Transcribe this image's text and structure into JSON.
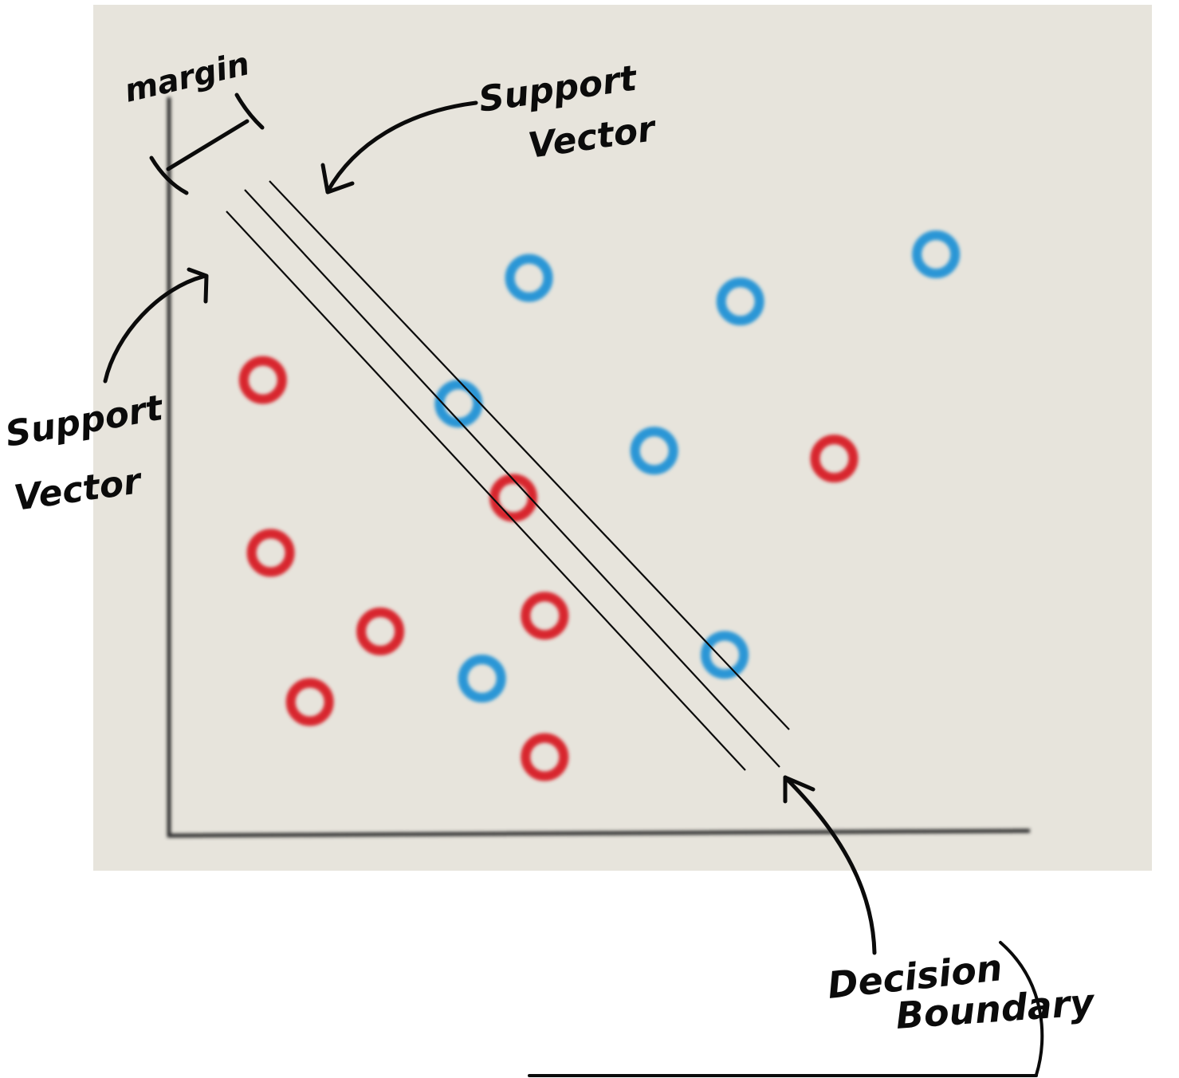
{
  "colors": {
    "screen": "#e7e4dc",
    "ink": "#0b0b0b",
    "axis": "#2e2e2e",
    "class_red": "#d8282e",
    "class_blue": "#2a96d6"
  },
  "annotations": {
    "margin": "margin",
    "support_vector_top": [
      "Support",
      "Vector"
    ],
    "support_vector_left": [
      "Support",
      "Vector"
    ],
    "decision_boundary": [
      "Decision",
      "Boundary"
    ]
  },
  "points": [
    {
      "class": "blue",
      "x": 4.6,
      "y": 7.1
    },
    {
      "class": "blue",
      "x": 7.3,
      "y": 6.8
    },
    {
      "class": "blue",
      "x": 9.8,
      "y": 7.4
    },
    {
      "class": "blue",
      "x": 3.7,
      "y": 5.5
    },
    {
      "class": "blue",
      "x": 6.2,
      "y": 4.9
    },
    {
      "class": "blue",
      "x": 7.1,
      "y": 2.3
    },
    {
      "class": "blue",
      "x": 4.0,
      "y": 2.0
    },
    {
      "class": "red",
      "x": 1.2,
      "y": 5.8
    },
    {
      "class": "red",
      "x": 8.5,
      "y": 4.8
    },
    {
      "class": "red",
      "x": 4.4,
      "y": 4.3
    },
    {
      "class": "red",
      "x": 1.3,
      "y": 3.6
    },
    {
      "class": "red",
      "x": 2.7,
      "y": 2.6
    },
    {
      "class": "red",
      "x": 4.8,
      "y": 2.8
    },
    {
      "class": "red",
      "x": 1.8,
      "y": 1.7
    },
    {
      "class": "red",
      "x": 4.8,
      "y": 1.0
    }
  ]
}
